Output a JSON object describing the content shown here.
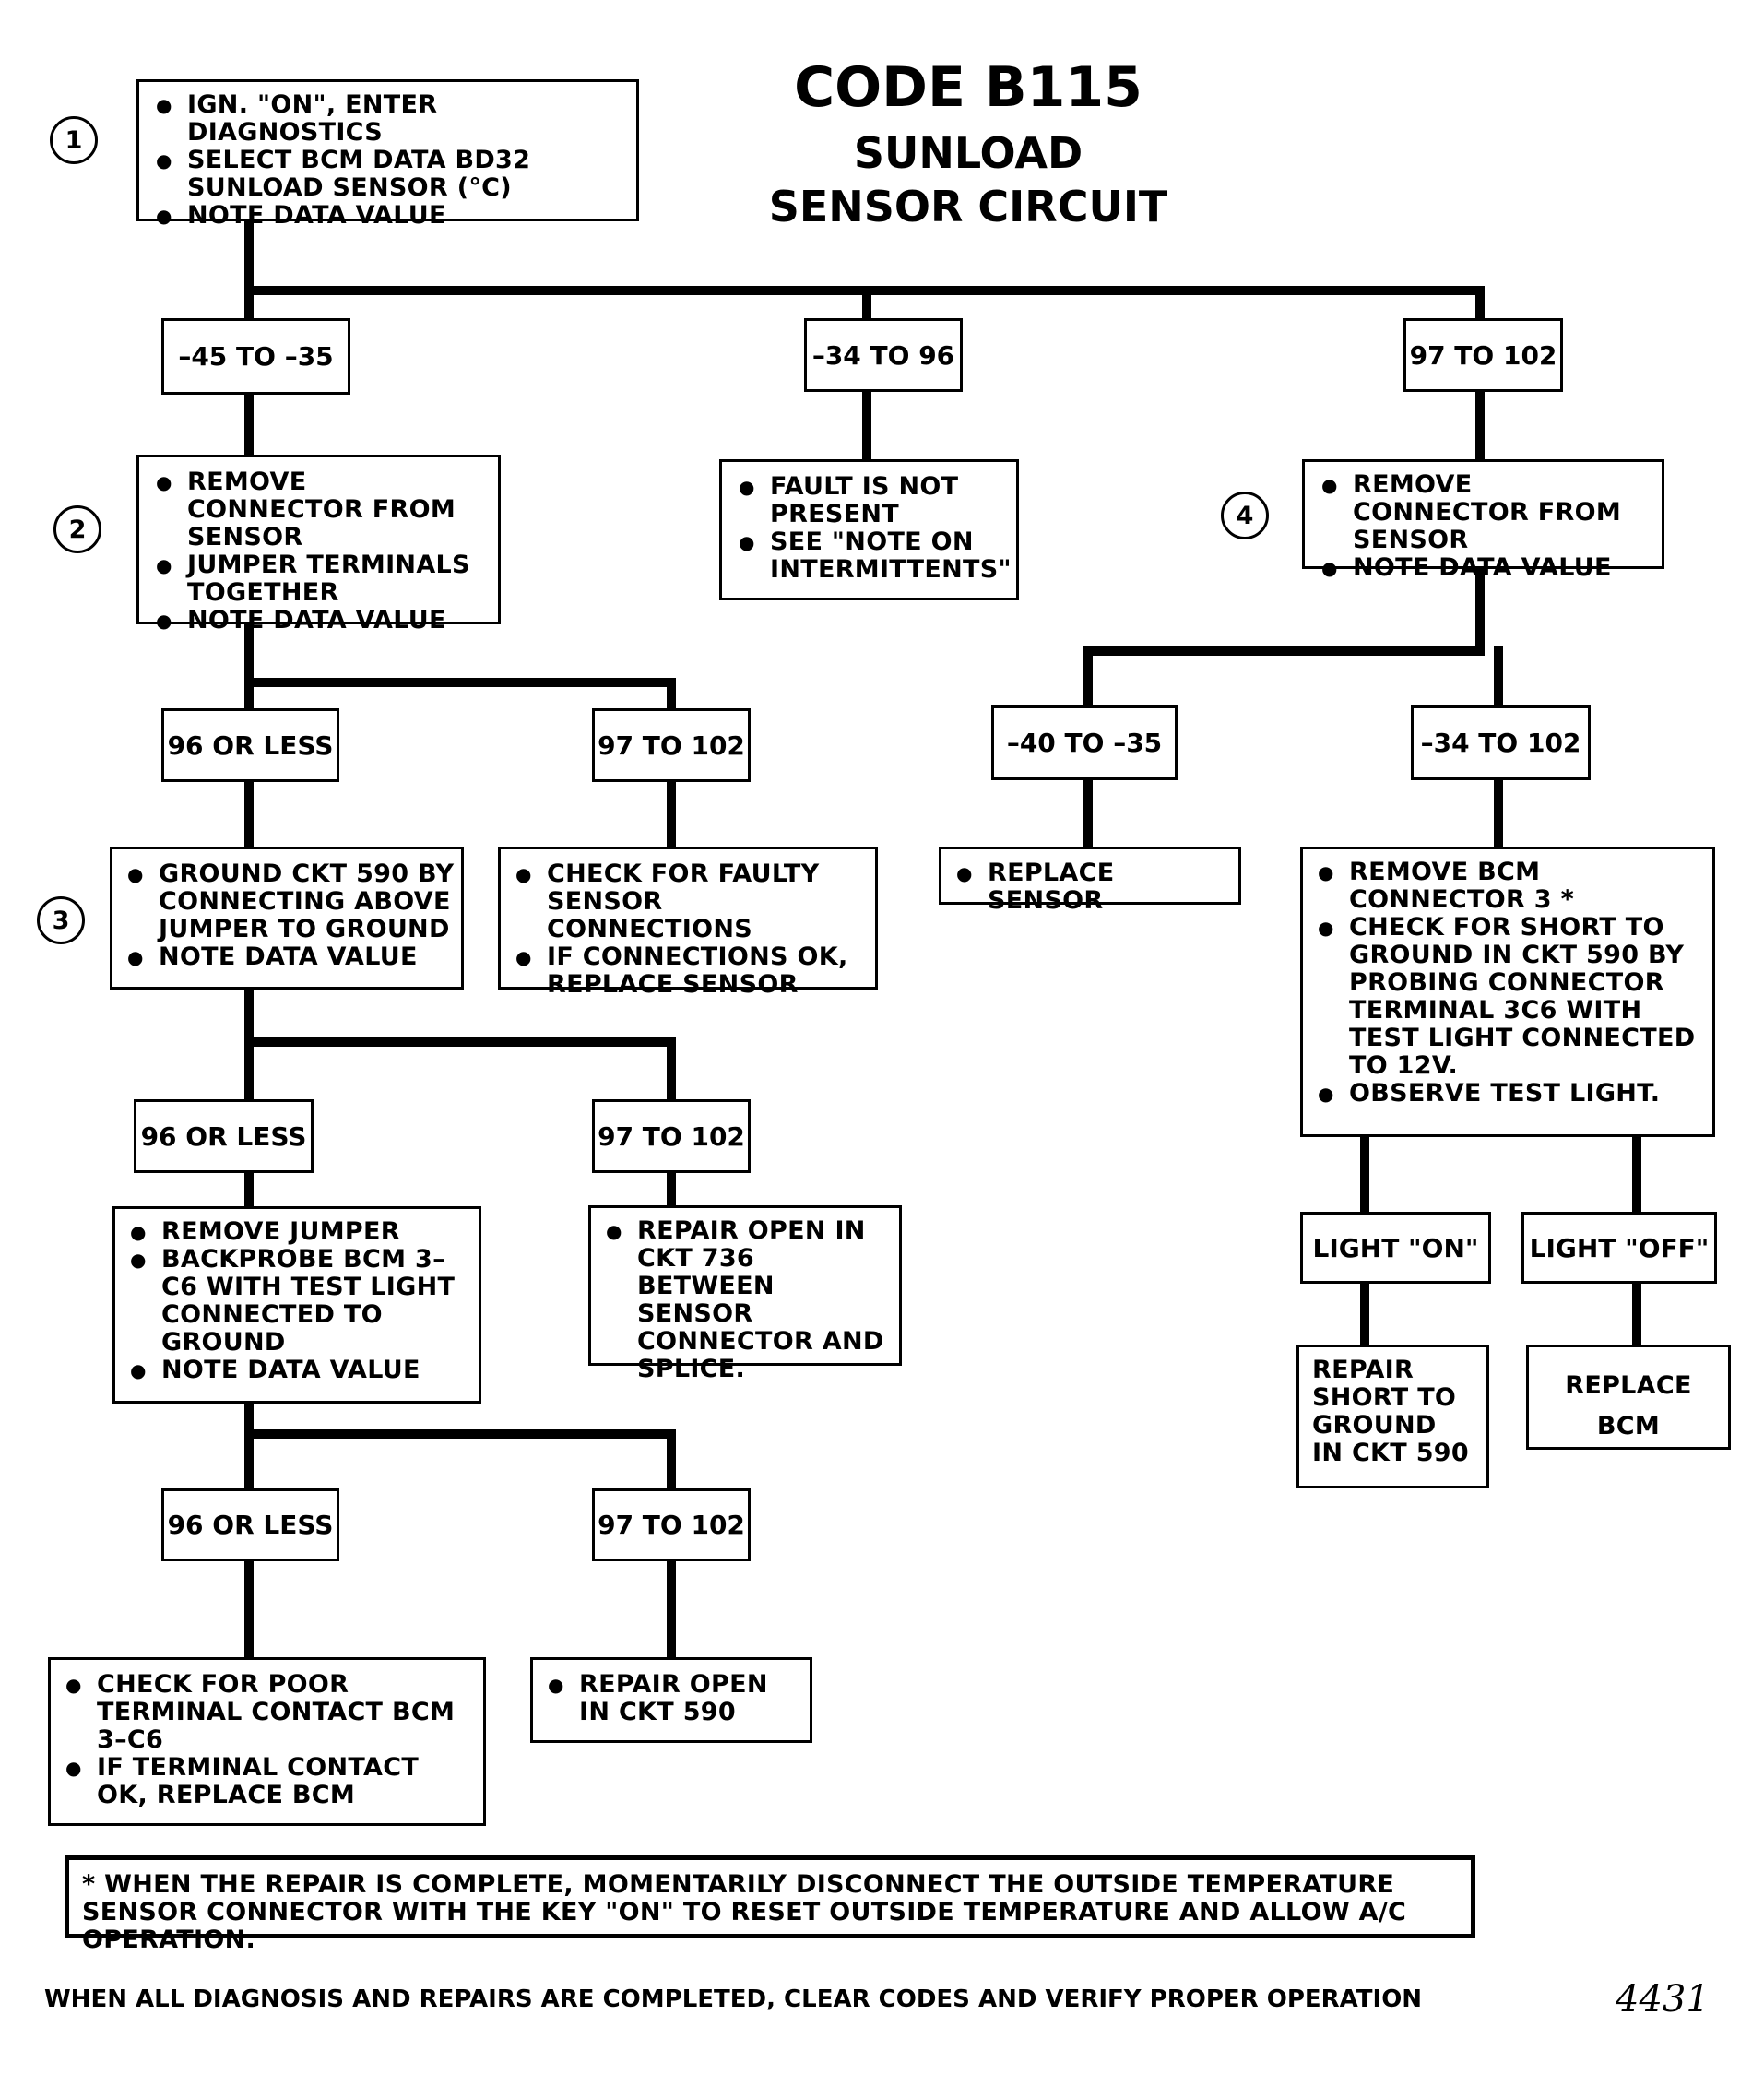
{
  "title": {
    "line1": "CODE B115",
    "line2": "SUNLOAD",
    "line3": "SENSOR CIRCUIT"
  },
  "steps": {
    "s1": "1",
    "s2": "2",
    "s3": "3",
    "s4": "4"
  },
  "boxes": {
    "start": [
      "IGN. \"ON\", ENTER DIAGNOSTICS",
      "SELECT BCM DATA BD32 SUNLOAD SENSOR (°C)",
      "NOTE DATA VALUE"
    ],
    "step2": [
      "REMOVE CONNECTOR FROM SENSOR",
      "JUMPER TERMINALS TOGETHER",
      "NOTE DATA VALUE"
    ],
    "fault_not_present": [
      "FAULT IS NOT PRESENT",
      "SEE \"NOTE ON INTERMITTENTS\""
    ],
    "step4": [
      "REMOVE CONNECTOR FROM SENSOR",
      "NOTE DATA VALUE"
    ],
    "step3": [
      "GROUND CKT 590 BY CONNECTING ABOVE JUMPER TO GROUND",
      "NOTE DATA VALUE"
    ],
    "check_faulty": [
      "CHECK FOR FAULTY SENSOR CONNECTIONS",
      "IF CONNECTIONS OK, REPLACE SENSOR"
    ],
    "replace_sensor": [
      "REPLACE SENSOR"
    ],
    "remove_bcm": [
      "REMOVE BCM CONNECTOR 3 *",
      "CHECK FOR SHORT TO GROUND IN CKT 590 BY PROBING CONNECTOR TERMINAL 3C6 WITH TEST LIGHT CONNECTED TO 12V.",
      "OBSERVE TEST LIGHT."
    ],
    "remove_jumper": [
      "REMOVE JUMPER",
      "BACKPROBE BCM 3–C6 WITH TEST LIGHT CONNECTED TO GROUND",
      "NOTE DATA VALUE"
    ],
    "repair_open_736": [
      "REPAIR OPEN IN CKT 736 BETWEEN SENSOR CONNECTOR AND SPLICE."
    ],
    "repair_short": "REPAIR SHORT TO GROUND IN CKT 590",
    "replace_bcm": [
      "REPLACE",
      "BCM"
    ],
    "check_poor_terminal": [
      "CHECK FOR POOR TERMINAL CONTACT BCM 3–C6",
      "IF TERMINAL CONTACT OK, REPLACE BCM"
    ],
    "repair_open_590": [
      "REPAIR OPEN IN CKT 590"
    ]
  },
  "labels": {
    "r1_a": "–45  TO –35",
    "r1_b": "–34 TO 96",
    "r1_c": "97 TO 102",
    "r2_a": "96 OR LESS",
    "r2_b": "97 TO 102",
    "r4_a": "–40  TO –35",
    "r4_b": "–34 TO 102",
    "r3_a": "96 OR LESS",
    "r3_b": "97 TO 102",
    "light_on": "LIGHT \"ON\"",
    "light_off": "LIGHT \"OFF\"",
    "r5_a": "96 OR LESS",
    "r5_b": "97 TO 102"
  },
  "note": "* WHEN THE REPAIR IS COMPLETE, MOMENTARILY DISCONNECT THE OUTSIDE TEMPERATURE SENSOR CONNECTOR WITH THE KEY \"ON\" TO RESET OUTSIDE TEMPERATURE AND ALLOW A/C OPERATION.",
  "footer": "WHEN ALL DIAGNOSIS AND REPAIRS ARE COMPLETED, CLEAR CODES AND VERIFY PROPER OPERATION",
  "figure_number": "4431"
}
